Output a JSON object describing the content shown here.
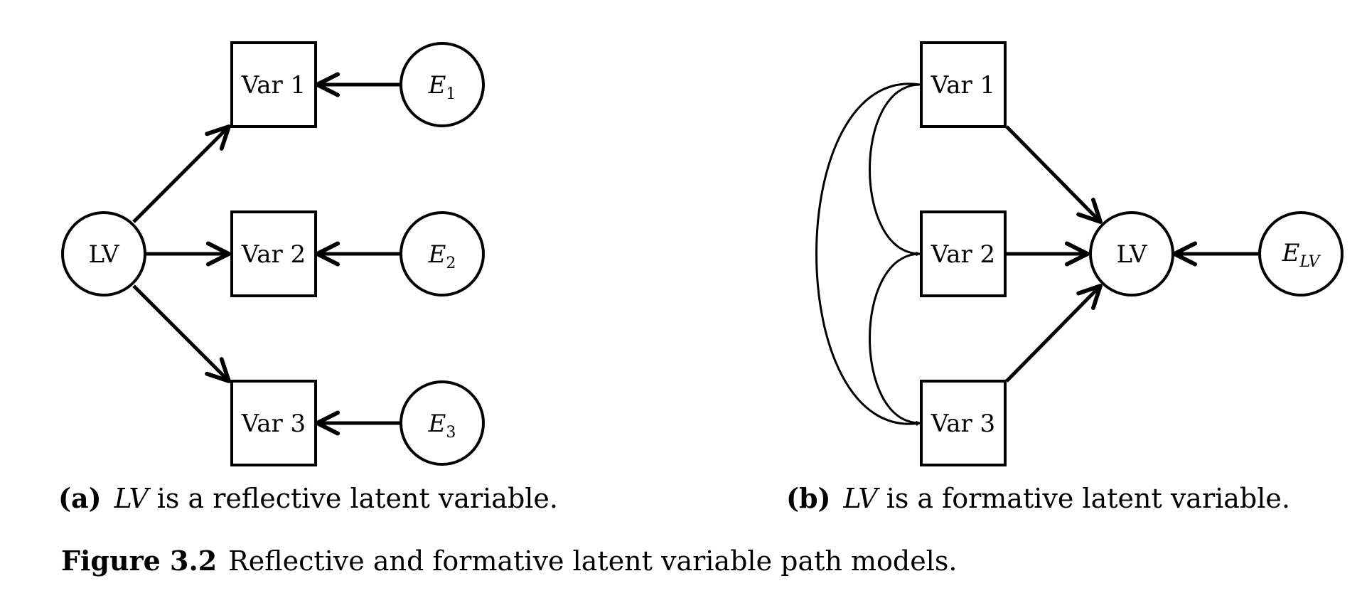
{
  "panel_a": {
    "latent": "LV",
    "vars": [
      "Var 1",
      "Var 2",
      "Var 3"
    ],
    "errors": [
      {
        "base": "E",
        "sub": "1"
      },
      {
        "base": "E",
        "sub": "2"
      },
      {
        "base": "E",
        "sub": "3"
      }
    ],
    "caption": {
      "tag": "(a)",
      "lv": "LV",
      "text": "is a reflective latent variable."
    }
  },
  "panel_b": {
    "latent": "LV",
    "vars": [
      "Var 1",
      "Var 2",
      "Var 3"
    ],
    "error": {
      "base": "E",
      "sub": "LV"
    },
    "caption": {
      "tag": "(b)",
      "lv": "LV",
      "text": "is a formative latent variable."
    }
  },
  "figure": {
    "label": "Figure 3.2",
    "caption": "Reflective and formative latent variable path models."
  }
}
